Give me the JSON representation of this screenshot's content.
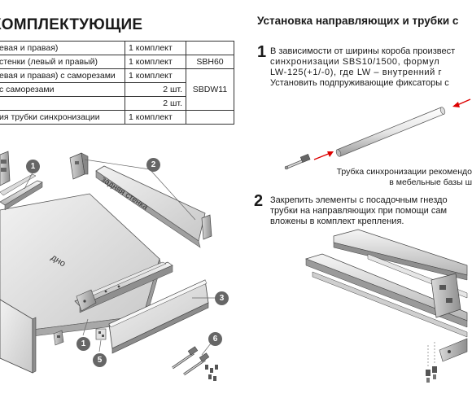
{
  "left_title": "КОМПЛЕКТУЮЩИЕ",
  "right_title": "Установка направляющих и трубки с",
  "parts_table": {
    "rows": [
      {
        "name": "евая и правая)",
        "qty": "1 комплект",
        "code": ""
      },
      {
        "name": "стенки (левый и правый)",
        "qty": "1 комплект",
        "code": "SBH60"
      },
      {
        "name": "евая и правая) с саморезами",
        "qty": "1 комплект",
        "code": ""
      },
      {
        "name": "с саморезами",
        "qty": "2 шт.",
        "code": "SBDW11"
      },
      {
        "name": "",
        "qty": "2 шт.",
        "code": ""
      },
      {
        "name": "ия трубки синхронизации",
        "qty": "1 комплект",
        "code": ""
      }
    ]
  },
  "step1": {
    "number": "1",
    "lines": [
      "В зависимости от ширины короба произвест",
      "синхронизации SBS10/1500, формул",
      "LW-125(+1/-0), где LW – внутренний г",
      "Установить подпруживающие фиксаторы с"
    ],
    "caption_lines": [
      "Трубка синхронизации рекомендо",
      "в мебельные базы ш"
    ]
  },
  "step2": {
    "number": "2",
    "lines": [
      "Закрепить элементы с посадочным гнездо",
      "трубки на направляющих при помощи сам",
      "вложены в комплект крепления."
    ]
  },
  "diagram_labels": {
    "bottom": "дно",
    "back_wall": "задняя стенка"
  },
  "callouts": [
    "1",
    "2",
    "3",
    "1",
    "5",
    "6"
  ]
}
